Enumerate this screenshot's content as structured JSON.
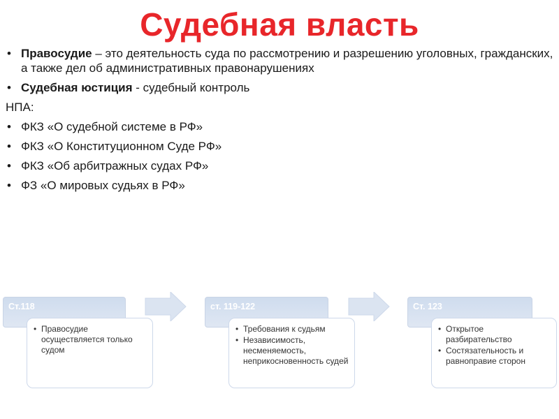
{
  "title": "Судебная власть",
  "points": [
    {
      "bold": "Правосудие",
      "text": " – это деятельность суда по рассмотрению и разрешению уголовных, гражданских, а также дел об административных правонарушениях"
    },
    {
      "bold": "Судебная юстиция",
      "text": " - судебный контроль"
    }
  ],
  "npa_label": "НПА:",
  "laws": [
    "ФКЗ «О судебной системе в РФ»",
    "ФКЗ «О Конституционном Суде РФ»",
    "ФКЗ «Об арбитражных судах РФ»",
    "ФЗ «О мировых судьях в РФ»"
  ],
  "steps": [
    {
      "head": "Ст.118",
      "items": [
        "Правосудие осуществляется только судом"
      ]
    },
    {
      "head": "ст. 119-122",
      "items": [
        "Требования к судьям",
        "Независимость, несменяемость, неприкосновенность судей"
      ]
    },
    {
      "head": "Ст. 123",
      "items": [
        "Открытое разбирательство",
        "Состязательность и равноправие сторон"
      ]
    }
  ],
  "colors": {
    "title": "#e8262a",
    "step_header": "#dfe7f3",
    "step_border": "#cdd8ea",
    "arrow": "#dbe4f1"
  }
}
